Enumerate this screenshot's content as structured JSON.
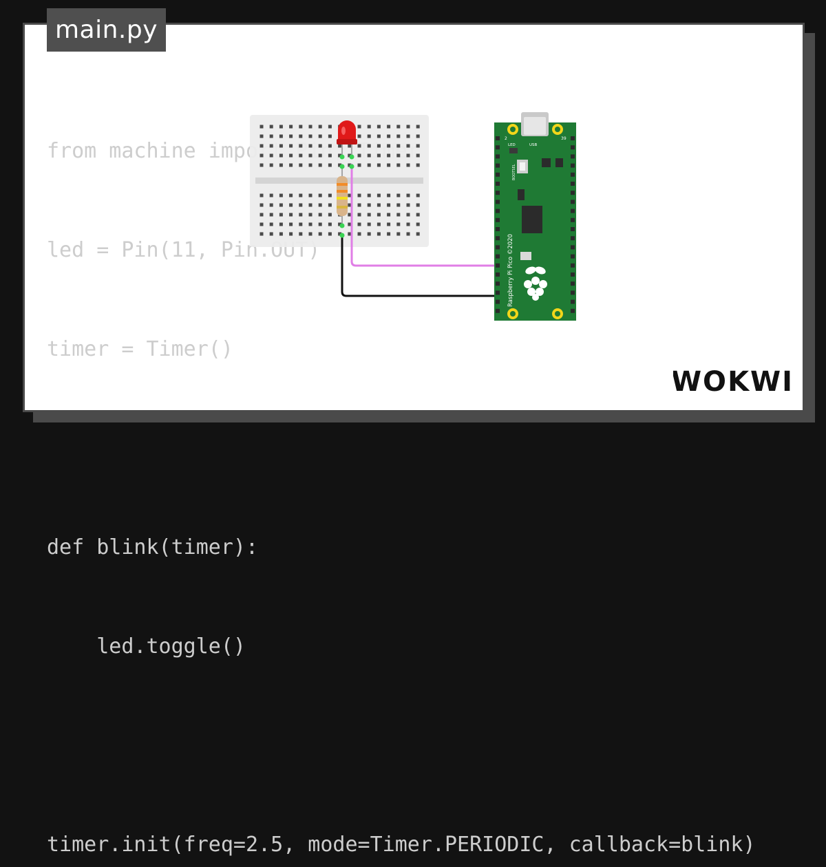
{
  "file_tab": {
    "label": "main.py"
  },
  "code": {
    "lines": [
      "from machine import Pin, Timer",
      "led = Pin(11, Pin.OUT)",
      "timer = Timer()",
      "",
      "def blink(timer):",
      "    led.toggle()",
      "",
      "timer.init(freq=2.5, mode=Timer.PERIODIC, callback=blink)"
    ]
  },
  "board": {
    "pin_label_left": "2",
    "pin_label_right": "39",
    "led_label": "LED",
    "usb_label": "USB",
    "bootsel_label": "BOOTSEL",
    "silkscreen": "Raspberry Pi Pico ©2020"
  },
  "colors": {
    "background": "#121212",
    "card": "#ffffff",
    "card_border": "#4a4a4a",
    "code_text": "#cdcdcd",
    "board_green": "#1f7a34",
    "signal_wire": "#e07ee6",
    "ground_wire": "#111111",
    "led_red": "#e01919"
  },
  "logo": {
    "name": "wokwi-logo",
    "text": "WOKWI"
  }
}
